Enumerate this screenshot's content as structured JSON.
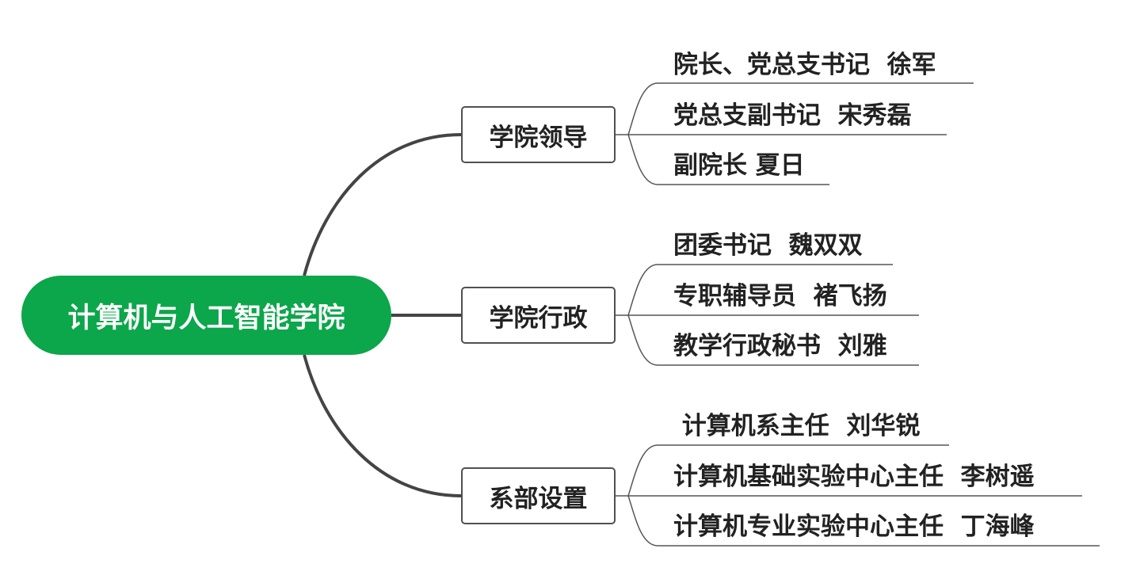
{
  "root": {
    "label": "计算机与人工智能学院"
  },
  "branches": [
    {
      "label": "学院领导",
      "items": [
        "院长、党总支书记  徐军",
        "党总支副书记  宋秀磊",
        "副院长 夏日"
      ]
    },
    {
      "label": "学院行政",
      "items": [
        "团委书记  魏双双",
        "专职辅导员  褚飞扬",
        "教学行政秘书  刘雅"
      ]
    },
    {
      "label": "系部设置",
      "items": [
        " 计算机系主任  刘华锐",
        "计算机基础实验中心主任  李树遥",
        "计算机专业实验中心主任  丁海峰"
      ]
    }
  ],
  "colors": {
    "root_fill": "#0ca64b",
    "root_text": "#ffffff",
    "branch_border": "#505050",
    "main_line": "#444444",
    "leaf_line": "#555555",
    "text": "#222222"
  }
}
